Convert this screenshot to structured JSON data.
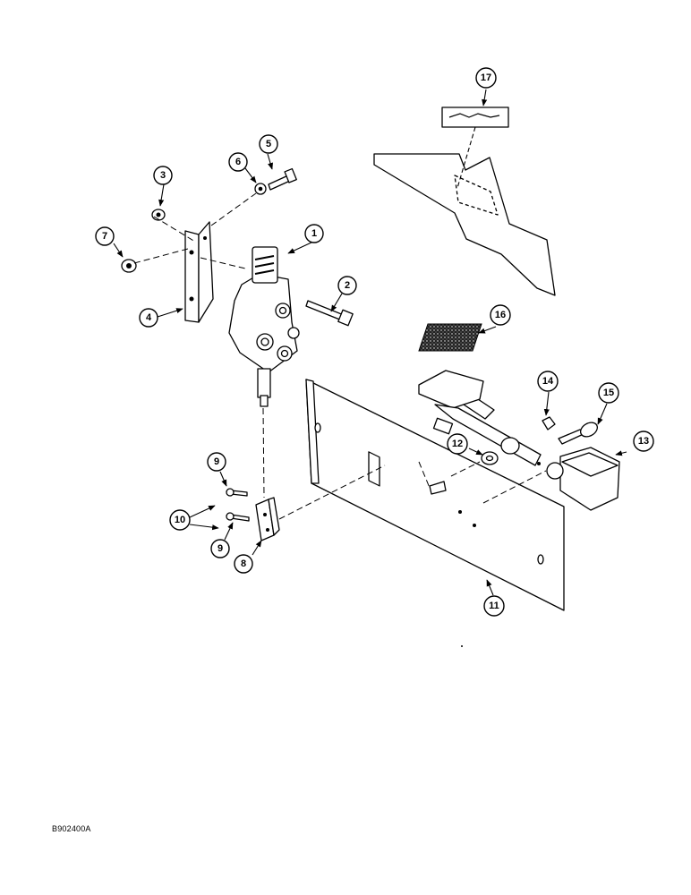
{
  "drawing_code": "B902400A",
  "callouts": [
    {
      "id": "1",
      "label": "1"
    },
    {
      "id": "2",
      "label": "2"
    },
    {
      "id": "3",
      "label": "3"
    },
    {
      "id": "4",
      "label": "4"
    },
    {
      "id": "5",
      "label": "5"
    },
    {
      "id": "6",
      "label": "6"
    },
    {
      "id": "7",
      "label": "7"
    },
    {
      "id": "8",
      "label": "8"
    },
    {
      "id": "9a",
      "label": "9"
    },
    {
      "id": "9b",
      "label": "9"
    },
    {
      "id": "10",
      "label": "10"
    },
    {
      "id": "11",
      "label": "11"
    },
    {
      "id": "12",
      "label": "12"
    },
    {
      "id": "13",
      "label": "13"
    },
    {
      "id": "14",
      "label": "14"
    },
    {
      "id": "15",
      "label": "15"
    },
    {
      "id": "16",
      "label": "16"
    },
    {
      "id": "17",
      "label": "17"
    }
  ]
}
